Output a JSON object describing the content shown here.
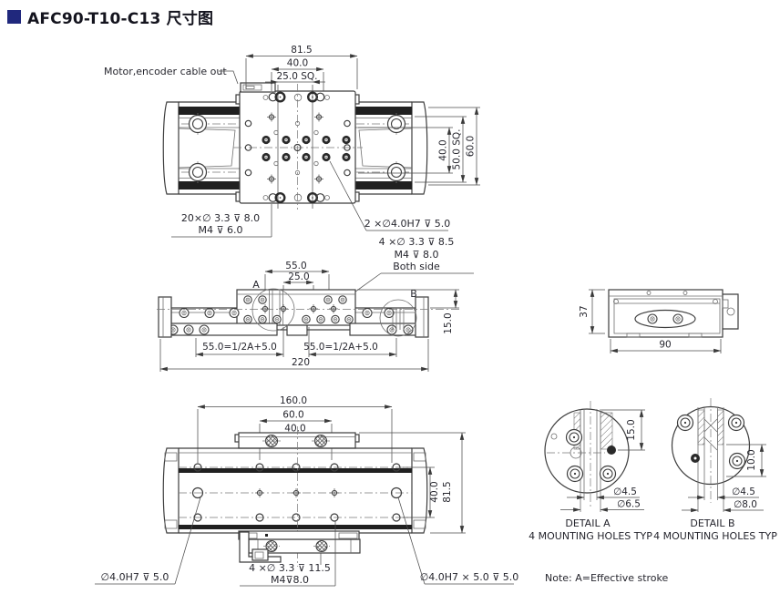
{
  "page": {
    "title": "AFC90-T10-C13 尺寸图"
  },
  "colors": {
    "accent": "#20287d",
    "line": "#3d3d3d",
    "dark_fill": "#202020"
  },
  "top_view": {
    "cable_label": "Motor,encoder cable out",
    "dim_width_outer": "81.5",
    "dim_width_inner": "40.0",
    "dim_square": "25.0 SQ.",
    "dim_height_inner": "40.0",
    "dim_height_square": "50.0 SQ.",
    "dim_height_outer": "60.0",
    "note_tapped_line1": "20×∅ 3.3 ⊽ 8.0",
    "note_tapped_line2": "M4 ⊽ 6.0",
    "note_pins": "2 ×∅4.0H7 ⊽ 5.0"
  },
  "side_view": {
    "note_side_line1": "4 ×∅ 3.3 ⊽ 8.5",
    "note_side_line2": "M4 ⊽ 8.0",
    "note_side_line3": "Both side",
    "dim_55": "55.0",
    "dim_25": "25.0",
    "detail_a_label": "A",
    "detail_b_label": "B",
    "dim_height": "15.0",
    "dim_stroke_left": "55.0=1/2A+5.0",
    "dim_stroke_right": "55.0=1/2A+5.0",
    "dim_total": "220"
  },
  "end_view": {
    "dim_height": "37",
    "dim_width": "90"
  },
  "bottom_view": {
    "dim_160": "160.0",
    "dim_60": "60.0",
    "dim_40_top": "40.0",
    "dim_40_right": "40.0",
    "dim_81_5": "81.5",
    "note_pin_left": "∅4.0H7 ⊽ 5.0",
    "note_bottom_line1": "4 ×∅ 3.3 ⊽ 11.5",
    "note_bottom_line2": "M4⊽8.0",
    "note_pin_right": "∅4.0H7 × 5.0 ⊽ 5.0"
  },
  "detail_a": {
    "dim_depth": "15.0",
    "dia_small": "∅4.5",
    "dia_large": "∅6.5",
    "title": "DETAIL A",
    "subtitle": "4 MOUNTING HOLES TYP"
  },
  "detail_b": {
    "dim_depth": "10.0",
    "dia_small": "∅4.5",
    "dia_large": "∅8.0",
    "title": "DETAIL B",
    "subtitle": "4 MOUNTING HOLES TYP"
  },
  "footnote": "Note: A=Effective stroke"
}
